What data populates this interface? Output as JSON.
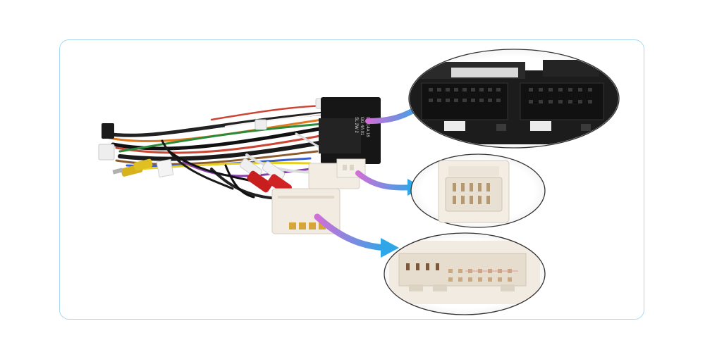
{
  "photo": {
    "subject": "Wiring harness with connectors",
    "label_lines": [
      "DP 14A 18",
      "GG 4A 01",
      "SL 2W 2"
    ],
    "callouts": [
      {
        "name": "black-connector",
        "color": "#1a1a1a"
      },
      {
        "name": "small-white-connector",
        "color": "#f3ede4"
      },
      {
        "name": "large-white-connector",
        "color": "#f1ebe1"
      }
    ],
    "arrow_gradient": [
      "#c46bd6",
      "#3aa8e6"
    ]
  }
}
